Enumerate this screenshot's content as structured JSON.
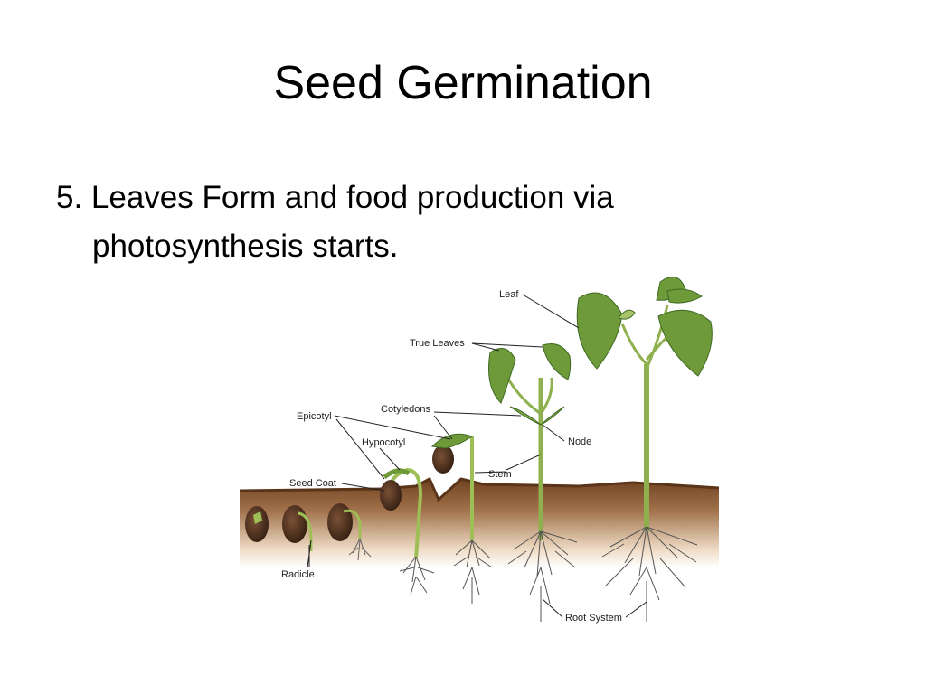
{
  "slide": {
    "title": "Seed Germination",
    "bullet": "5. Leaves Form and food production via photosynthesis starts."
  },
  "diagram": {
    "labels": {
      "leaf": "Leaf",
      "true_leaves": "True Leaves",
      "cotyledons": "Cotyledons",
      "epicotyl": "Epicotyl",
      "hypocotyl": "Hypocotyl",
      "node": "Node",
      "stem": "Stem",
      "seed_coat": "Seed Coat",
      "radicle": "Radicle",
      "root_system": "Root System"
    },
    "colors": {
      "soil_top": "#7a4a24",
      "soil_bottom": "#f3e4d2",
      "leaf": "#6e9a3a",
      "leaf_dark": "#3f6a22",
      "stem": "#8fb04e",
      "seed": "#4a2e1c",
      "root": "#555555"
    }
  }
}
